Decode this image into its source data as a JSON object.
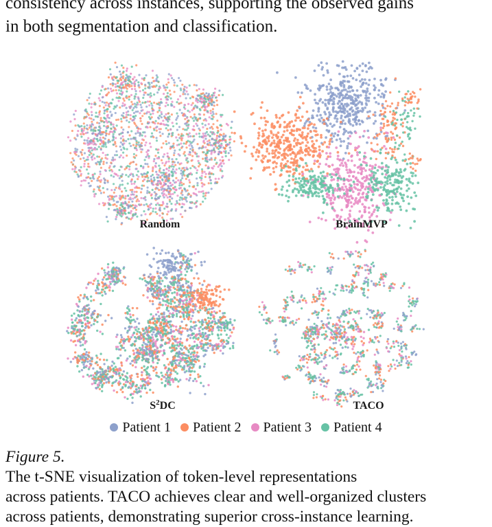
{
  "body_text": [
    "consistency across instances, supporting the observed gains",
    "in both segmentation and classification."
  ],
  "colors": {
    "patient1": "#8da0cb",
    "patient2": "#fc8d62",
    "patient3": "#e78ac3",
    "patient4": "#66c2a5"
  },
  "panels": [
    {
      "label": "Random"
    },
    {
      "label": "BrainMVP"
    },
    {
      "label_main": "S",
      "label_sup": "2",
      "label_tail": "DC"
    },
    {
      "label": "TACO"
    }
  ],
  "legend": [
    {
      "label": "Patient 1",
      "color": "#8da0cb"
    },
    {
      "label": "Patient 2",
      "color": "#fc8d62"
    },
    {
      "label": "Patient 3",
      "color": "#e78ac3"
    },
    {
      "label": "Patient 4",
      "color": "#66c2a5"
    }
  ],
  "caption": {
    "figure_label": "Figure 5.",
    "line1_rest": " The t-SNE visualization of token-level representations",
    "line2": "across patients. TACO achieves clear and well-organized clusters",
    "line3": "across patients, demonstrating superior cross-instance learning."
  }
}
